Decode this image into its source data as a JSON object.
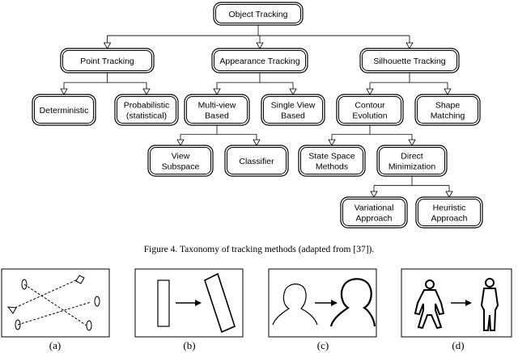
{
  "diagram": {
    "nodes": [
      {
        "id": "object-tracking",
        "lines": [
          "Object Tracking"
        ]
      },
      {
        "id": "point-tracking",
        "lines": [
          "Point Tracking"
        ]
      },
      {
        "id": "appearance-tracking",
        "lines": [
          "Appearance Tracking"
        ]
      },
      {
        "id": "silhouette-tracking",
        "lines": [
          "Silhouette Tracking"
        ]
      },
      {
        "id": "deterministic",
        "lines": [
          "Deterministic"
        ]
      },
      {
        "id": "probabilistic",
        "lines": [
          "Probabilistic",
          "(statistical)"
        ]
      },
      {
        "id": "multi-view",
        "lines": [
          "Multi-view",
          "Based"
        ]
      },
      {
        "id": "single-view",
        "lines": [
          "Single View",
          "Based"
        ]
      },
      {
        "id": "contour-evolution",
        "lines": [
          "Contour",
          "Evolution"
        ]
      },
      {
        "id": "shape-matching",
        "lines": [
          "Shape",
          "Matching"
        ]
      },
      {
        "id": "view-subspace",
        "lines": [
          "View",
          "Subspace"
        ]
      },
      {
        "id": "classifier",
        "lines": [
          "Classifier"
        ]
      },
      {
        "id": "state-space",
        "lines": [
          "State Space",
          "Methods"
        ]
      },
      {
        "id": "direct-minimization",
        "lines": [
          "Direct",
          "Minimization"
        ]
      },
      {
        "id": "variational",
        "lines": [
          "Variational",
          "Approach"
        ]
      },
      {
        "id": "heuristic",
        "lines": [
          "Heuristic",
          "Approach"
        ]
      }
    ],
    "edges": [
      [
        "object-tracking",
        "point-tracking"
      ],
      [
        "object-tracking",
        "appearance-tracking"
      ],
      [
        "object-tracking",
        "silhouette-tracking"
      ],
      [
        "point-tracking",
        "deterministic"
      ],
      [
        "point-tracking",
        "probabilistic"
      ],
      [
        "appearance-tracking",
        "multi-view"
      ],
      [
        "appearance-tracking",
        "single-view"
      ],
      [
        "silhouette-tracking",
        "contour-evolution"
      ],
      [
        "silhouette-tracking",
        "shape-matching"
      ],
      [
        "multi-view",
        "view-subspace"
      ],
      [
        "multi-view",
        "classifier"
      ],
      [
        "contour-evolution",
        "state-space"
      ],
      [
        "contour-evolution",
        "direct-minimization"
      ],
      [
        "direct-minimization",
        "variational"
      ],
      [
        "direct-minimization",
        "heuristic"
      ]
    ]
  },
  "caption": "Figure 4.   Taxonomy of tracking methods (adapted from [37]).",
  "panels": [
    {
      "id": "a",
      "label": "(a)"
    },
    {
      "id": "b",
      "label": "(b)"
    },
    {
      "id": "c",
      "label": "(c)"
    },
    {
      "id": "d",
      "label": "(d)"
    }
  ]
}
